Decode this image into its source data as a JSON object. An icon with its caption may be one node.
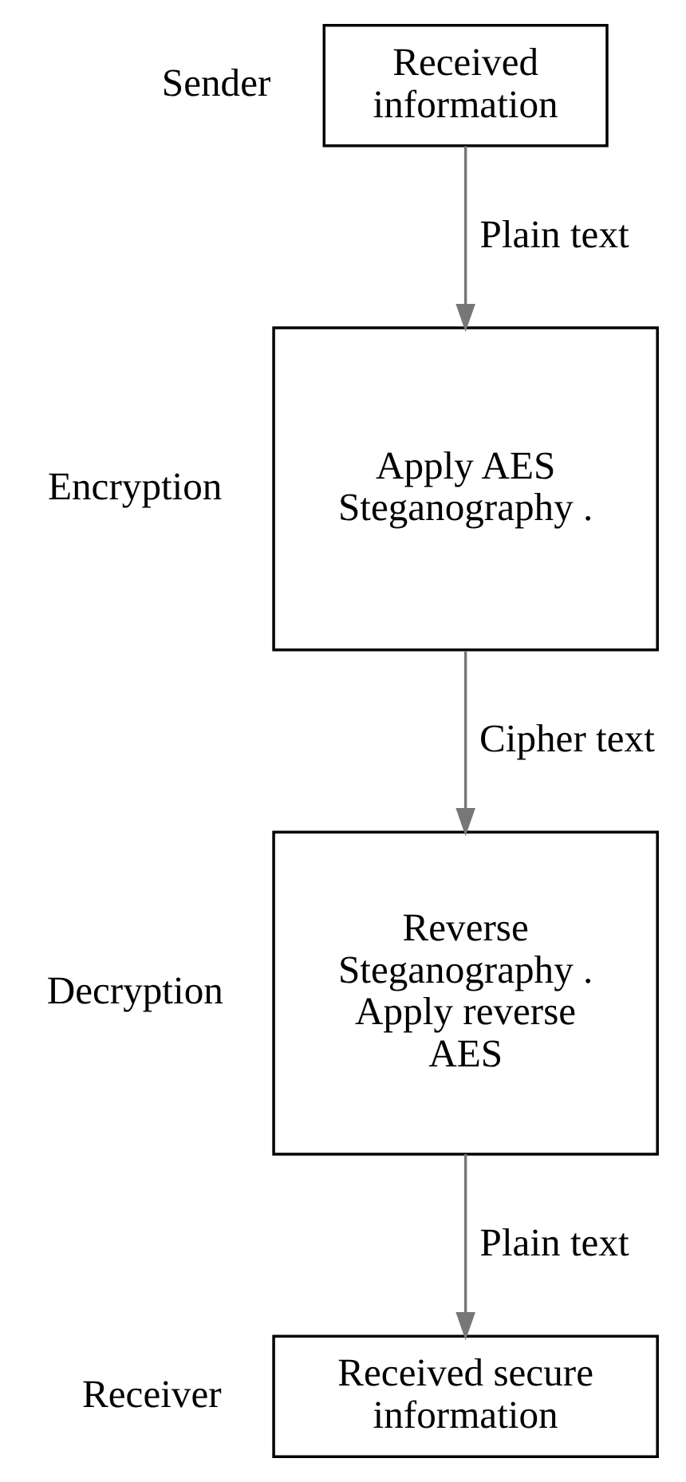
{
  "diagram": {
    "nodes": [
      {
        "text": [
          "Received information"
        ],
        "beside": [
          "Sender"
        ]
      },
      {
        "text": [
          "Apply AES Steganography ."
        ],
        "beside": [
          "Encryption"
        ]
      },
      {
        "text": [
          "Reverse Steganography . Apply reverse AES"
        ],
        "beside": [
          "Decryption"
        ]
      },
      {
        "text": [
          "Received secure information"
        ],
        "beside": [
          "Receiver"
        ]
      }
    ],
    "edges": [
      {
        "from": 0,
        "to": 1,
        "arrow": "to",
        "label": "Plain text"
      },
      {
        "from": 1,
        "to": 2,
        "arrow": "to",
        "label": "Cipher text"
      },
      {
        "from": 2,
        "to": 3,
        "arrow": "to",
        "label": "Plain text"
      }
    ]
  }
}
